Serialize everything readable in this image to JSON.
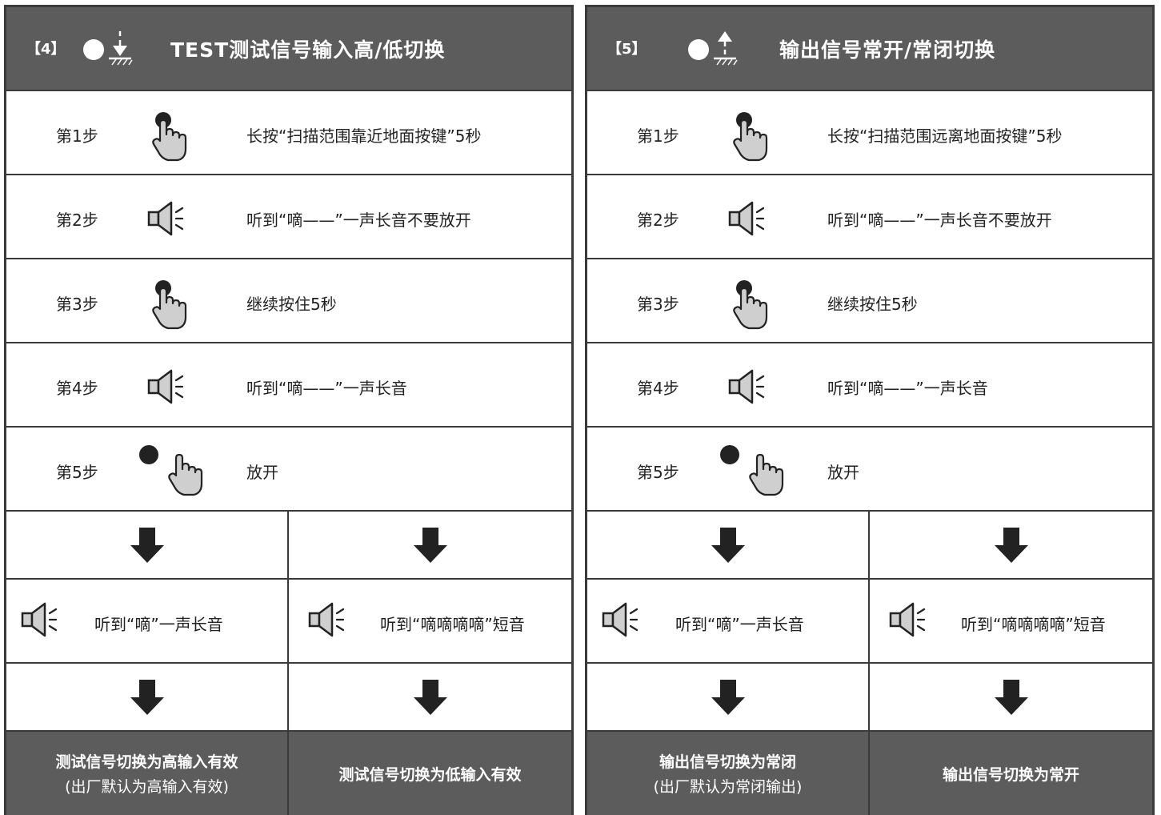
{
  "panels": [
    {
      "number": "【4】",
      "title": "TEST测试信号输入高/低切换",
      "ground_icon": "arrow-down-to-ground-icon",
      "steps": [
        {
          "label": "第1步",
          "icon": "press-button-hand-icon",
          "text": "长按“扫描范围靠近地面按键”5秒"
        },
        {
          "label": "第2步",
          "icon": "speaker-icon",
          "text": "听到“嘀——”一声长音不要放开"
        },
        {
          "label": "第3步",
          "icon": "press-button-hand-icon",
          "text": "继续按住5秒"
        },
        {
          "label": "第4步",
          "icon": "speaker-icon",
          "text": "听到“嘀——”一声长音"
        },
        {
          "label": "第5步",
          "icon": "release-button-hand-icon",
          "text": "放开"
        }
      ],
      "outcomes": [
        {
          "sound": "听到“嘀”一声长音",
          "result": "测试信号切换为高输入有效",
          "note": "(出厂默认为高输入有效)"
        },
        {
          "sound": "听到“嘀嘀嘀嘀”短音",
          "result": "测试信号切换为低输入有效",
          "note": ""
        }
      ]
    },
    {
      "number": "【5】",
      "title": "输出信号常开/常闭切换",
      "ground_icon": "arrow-up-from-ground-icon",
      "steps": [
        {
          "label": "第1步",
          "icon": "press-button-hand-icon",
          "text": "长按“扫描范围远离地面按键”5秒"
        },
        {
          "label": "第2步",
          "icon": "speaker-icon",
          "text": "听到“嘀——”一声长音不要放开"
        },
        {
          "label": "第3步",
          "icon": "press-button-hand-icon",
          "text": "继续按住5秒"
        },
        {
          "label": "第4步",
          "icon": "speaker-icon",
          "text": "听到“嘀——”一声长音"
        },
        {
          "label": "第5步",
          "icon": "release-button-hand-icon",
          "text": "放开"
        }
      ],
      "outcomes": [
        {
          "sound": "听到“嘀”一声长音",
          "result": "输出信号切换为常闭",
          "note": "(出厂默认为常闭输出)"
        },
        {
          "sound": "听到“嘀嘀嘀嘀”短音",
          "result": "输出信号切换为常开",
          "note": ""
        }
      ]
    }
  ],
  "colors": {
    "header": "#5c5c5c",
    "border": "#3a3a3a",
    "icon_gray": "#cfcfcf",
    "text": "#222222"
  }
}
